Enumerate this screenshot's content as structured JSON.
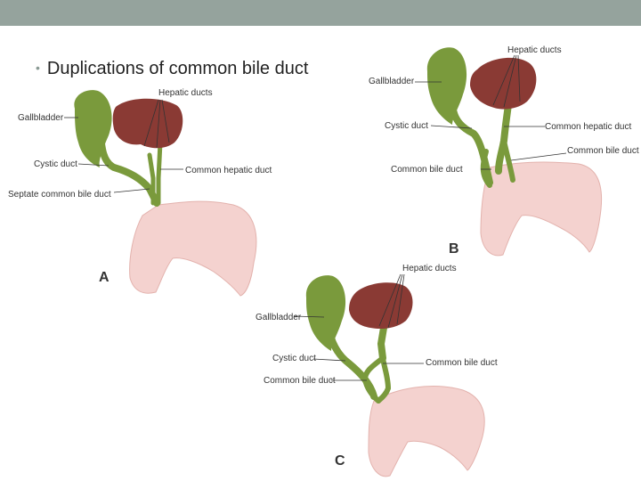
{
  "slide": {
    "bullet": "Duplications of common bile duct",
    "topbar_color": "#95a39d"
  },
  "colors": {
    "gallbladder": "#7a9a3c",
    "duct": "#7a9a3c",
    "liver": "#8a3a34",
    "duodenum": "#f4d2cf",
    "duodenum_edge": "#e3b2ad",
    "label": "#333333"
  },
  "panels": {
    "a": {
      "letter": "A",
      "labels": {
        "hepatic": "Hepatic ducts",
        "gallbladder": "Gallbladder",
        "cystic": "Cystic duct",
        "common_hepatic": "Common hepatic duct",
        "septate": "Septate common bile duct"
      }
    },
    "b": {
      "letter": "B",
      "labels": {
        "hepatic": "Hepatic ducts",
        "gallbladder": "Gallbladder",
        "cystic": "Cystic duct",
        "common_hepatic": "Common hepatic duct",
        "common_bile_right": "Common bile duct",
        "common_bile_left": "Common bile duct"
      }
    },
    "c": {
      "letter": "C",
      "labels": {
        "hepatic": "Hepatic ducts",
        "gallbladder": "Gallbladder",
        "cystic": "Cystic duct",
        "common_bile_right": "Common bile duct",
        "common_bile_left": "Common bile duct"
      }
    }
  }
}
